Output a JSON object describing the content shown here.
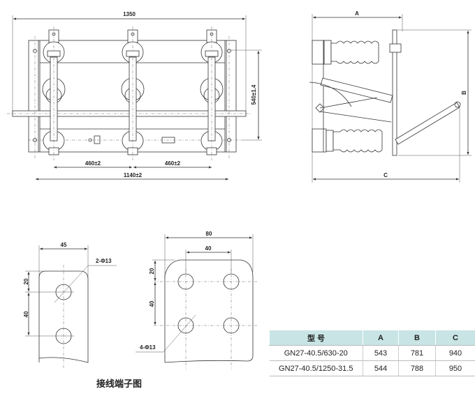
{
  "front_view": {
    "overall_width": "1350",
    "height_dim": "540±1.4",
    "pole_spacing_1": "460±2",
    "pole_spacing_2": "460±2",
    "mount_width": "1140±2"
  },
  "side_view": {
    "dim_a": "A",
    "dim_b": "B",
    "dim_c": "C"
  },
  "terminal_2hole": {
    "width": "45",
    "hole_label": "2-Φ13",
    "dim_top": "20",
    "dim_spacing": "40"
  },
  "terminal_4hole": {
    "width": "80",
    "hole_spacing": "40",
    "hole_label": "4-Φ13",
    "dim_top": "20",
    "dim_spacing": "40"
  },
  "caption": "接线端子图",
  "table": {
    "headers": [
      "型  号",
      "A",
      "B",
      "C"
    ],
    "rows": [
      [
        "GN27-40.5/630-20",
        "543",
        "781",
        "940"
      ],
      [
        "GN27-40.5/1250-31.5",
        "544",
        "788",
        "950"
      ]
    ]
  }
}
